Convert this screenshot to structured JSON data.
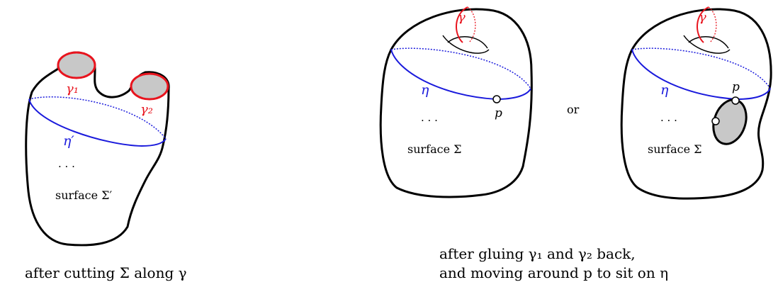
{
  "left_figure": {
    "gamma1": "γ₁",
    "gamma2": "γ₂",
    "eta_prime": "η′",
    "dots": "· · ·",
    "surface": "surface Σ′",
    "caption": "after cutting Σ along γ"
  },
  "middle_figure": {
    "gamma": "γ",
    "eta": "η",
    "p": "p",
    "dots": "· · ·",
    "surface": "surface Σ"
  },
  "or_label": "or",
  "right_figure": {
    "gamma": "γ",
    "eta": "η",
    "p": "p",
    "dots": "· · ·",
    "surface": "surface Σ"
  },
  "right_caption": {
    "line1": "after gluing γ₁ and γ₂ back,",
    "line2": "and moving around p to sit on η"
  },
  "colors": {
    "outline": "#000000",
    "boundary_red": "#e8141e",
    "curve_blue": "#1a1adc",
    "disk_fill": "#c8c8c8"
  }
}
